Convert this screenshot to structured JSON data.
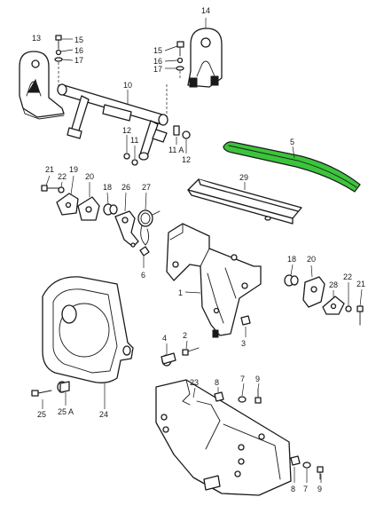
{
  "highlight_color": "#3cc43c",
  "callouts": {
    "c1": "1",
    "c2": "2",
    "c3": "3",
    "c4": "4",
    "c5": "5",
    "c6": "6",
    "c7a": "7",
    "c7b": "7",
    "c8a": "8",
    "c8b": "8",
    "c9a": "9",
    "c9b": "9",
    "c10": "10",
    "c11": "11",
    "c11A": "11 A",
    "c12a": "12",
    "c12b": "12",
    "c13": "13",
    "c14": "14",
    "c15a": "15",
    "c15b": "15",
    "c16a": "16",
    "c16b": "16",
    "c17a": "17",
    "c17b": "17",
    "c18a": "18",
    "c18b": "18",
    "c19": "19",
    "c20a": "20",
    "c20b": "20",
    "c21a": "21",
    "c21b": "21",
    "c22a": "22",
    "c22b": "22",
    "c23": "23",
    "c24": "24",
    "c25": "25",
    "c25A": "25 A",
    "c26": "26",
    "c27": "27",
    "c28": "28",
    "c29": "29"
  }
}
